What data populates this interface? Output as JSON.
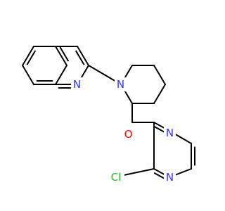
{
  "diagram": {
    "type": "chemical-structure",
    "bond_color": "#000000",
    "background": "#ffffff",
    "atom_labels": {
      "quinoline_n": {
        "text": "N",
        "color": "#3333ff"
      },
      "piperidine_n": {
        "text": "N",
        "color": "#3333ff"
      },
      "ether_o": {
        "text": "O",
        "color": "#ff0d0d"
      },
      "pyrazine_n_top": {
        "text": "N",
        "color": "#3333ff"
      },
      "pyrazine_n_bottom": {
        "text": "N",
        "color": "#3333ff"
      },
      "chlorine": {
        "text": "Cl",
        "color": "#1fbd1f"
      }
    }
  }
}
